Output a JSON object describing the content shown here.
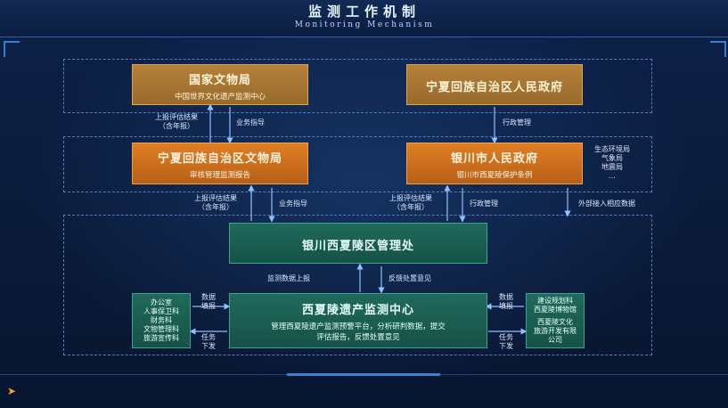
{
  "header": {
    "title_cn": "监测工作机制",
    "title_en": "Monitoring Mechanism"
  },
  "nodes": {
    "national": {
      "title": "国家文物局",
      "subtitle": "中国世界文化遗产监测中心"
    },
    "ningxia_gov": {
      "title": "宁夏回族自治区人民政府"
    },
    "ningxia_cultural": {
      "title": "宁夏回族自治区文物局",
      "subtitle": "审核管理监测报告"
    },
    "yinchuan_gov": {
      "title": "银川市人民政府",
      "subtitle": "银川市西夏陵保护条例"
    },
    "management": {
      "title": "银川西夏陵区管理处"
    },
    "monitoring_center": {
      "title": "西夏陵遗产监测中心",
      "subtitle_line1": "管理西夏陵遗产监测预警平台，分析研判数据，提交",
      "subtitle_line2": "评估报告，反馈处置意见"
    },
    "left_depts": [
      "办公室",
      "人事保卫科",
      "财务科",
      "文物管理科",
      "旅游宣传科"
    ],
    "right_depts_a": [
      "建设规划科",
      "西夏陵博物馆"
    ],
    "right_depts_b": [
      "西夏陵文化",
      "旅游开发有限",
      "公司"
    ],
    "env_bureaus": [
      "生态环境局",
      "气象局",
      "地震局",
      "..."
    ]
  },
  "labels": {
    "report_up_1a": "上报评估结果",
    "report_up_1b": "（含年报）",
    "guidance_1": "业务指导",
    "admin_1": "行政管理",
    "report_up_2a": "上报评估结果",
    "report_up_2b": "（含年报）",
    "guidance_2": "业务指导",
    "report_up_3a": "上报评估结果",
    "report_up_3b": "（含年报）",
    "admin_2": "行政管理",
    "external_data": "外部接入相应数据",
    "data_report_up": "监测数据上报",
    "feedback": "反馈处置意见",
    "data_fill_l_a": "数据",
    "data_fill_l_b": "填报",
    "task_l_a": "任务",
    "task_l_b": "下发",
    "data_fill_r_a": "数据",
    "data_fill_r_b": "填报",
    "task_r_a": "任务",
    "task_r_b": "下发"
  },
  "colors": {
    "background": "#0a1a38",
    "gold": "#b5813a",
    "orange": "#e07f24",
    "green": "#1f6a5c",
    "arrow": "#8fc0ff"
  }
}
